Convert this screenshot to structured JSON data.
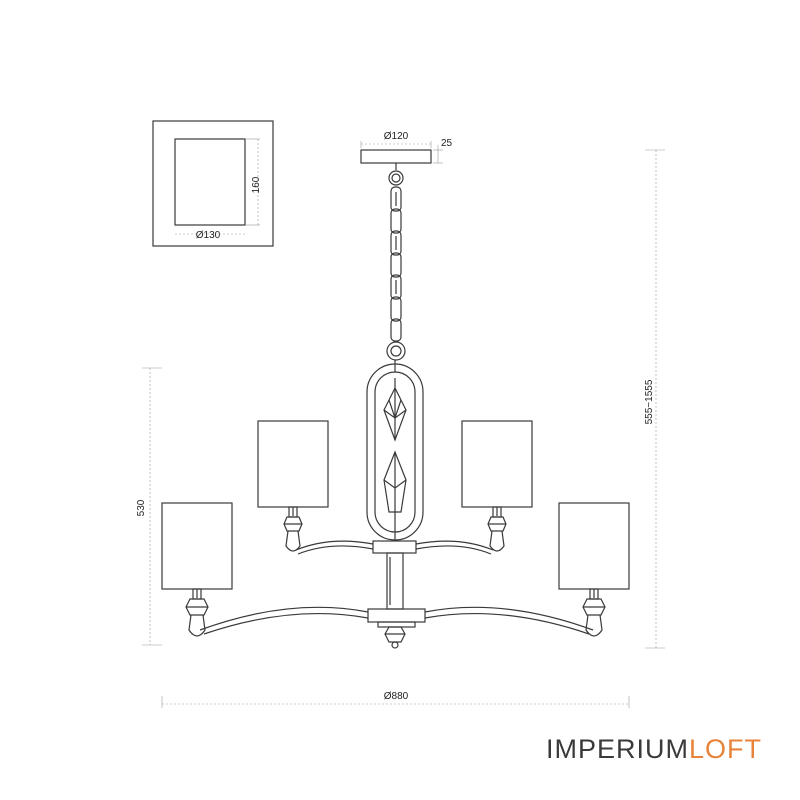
{
  "dimensions": {
    "canopy_diameter": "Ø120",
    "canopy_height": "25",
    "shade_diameter": "Ø130",
    "shade_height": "160",
    "lamp_height": "530",
    "overall_height": "555~1555",
    "overall_diameter": "Ø880"
  },
  "logo": {
    "part1": "IMPERIUM",
    "part2": "LOFT"
  },
  "colors": {
    "line": "#3a3a3a",
    "dimension_line": "#9a9a9a",
    "brand_dark": "#3a3a3a",
    "brand_accent": "#e8833a"
  }
}
